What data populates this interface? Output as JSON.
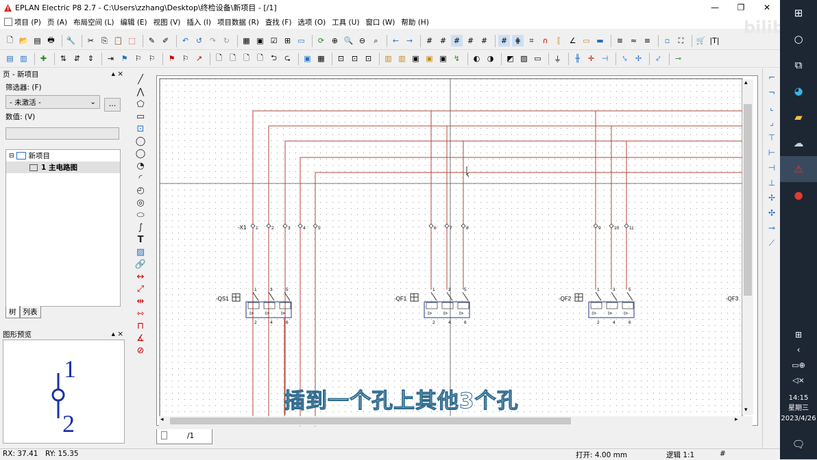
{
  "window": {
    "title": "EPLAN Electric P8 2.7 - C:\\Users\\zzhang\\Desktop\\终检设备\\新项目 - [/1]",
    "min": "—",
    "max": "❐",
    "close": "✕"
  },
  "menu": [
    "项目 (P)",
    "页 (A)",
    "布局空间 (L)",
    "编辑 (E)",
    "视图 (V)",
    "插入 (I)",
    "项目数据 (R)",
    "查找 (F)",
    "选项 (O)",
    "工具 (U)",
    "窗口 (W)",
    "帮助 (H)"
  ],
  "left_panel": {
    "title": "页 - 新项目",
    "filter_label": "筛选器: (F)",
    "filter_value": "- 未激活 -",
    "dots": "...",
    "value_label": "数值: (V)",
    "tree": {
      "root": "新项目",
      "child": "1 主电路图"
    },
    "tabs": [
      "树",
      "列表"
    ],
    "pin": "▴ ×"
  },
  "preview": {
    "title": "图形预览",
    "pin": "▴ ×",
    "pin_top": "1",
    "pin_bottom": "2"
  },
  "schematic": {
    "terminal_strip": "-X1",
    "terminals": [
      "1",
      "2",
      "3",
      "4",
      "5"
    ],
    "qf1_terms": [
      "6",
      "7",
      "8"
    ],
    "qf2_terms": [
      "9",
      "10",
      "11"
    ],
    "breakers": [
      "-QS1",
      "-QF1",
      "-QF2",
      "-QF3"
    ],
    "pole_top": [
      "1",
      "3",
      "5"
    ],
    "pole_bottom": [
      "2",
      "4",
      "6"
    ],
    "pole_label": "I>"
  },
  "page_tab": "/1",
  "status": {
    "rx": "RX: 37.41",
    "ry": "RY: 15.35",
    "snap": "打开: 4.00 mm",
    "logic": "逻辑 1:1",
    "hash": "#"
  },
  "subtitle": "插到一个孔上其他3个孔",
  "watermark": "bilibili",
  "clock": {
    "time": "14:15",
    "day": "星期三",
    "date": "2023/4/26"
  },
  "colors": {
    "wire": "#b5473a",
    "accent": "#1f6fc6",
    "taskbar": "#1d2633"
  }
}
